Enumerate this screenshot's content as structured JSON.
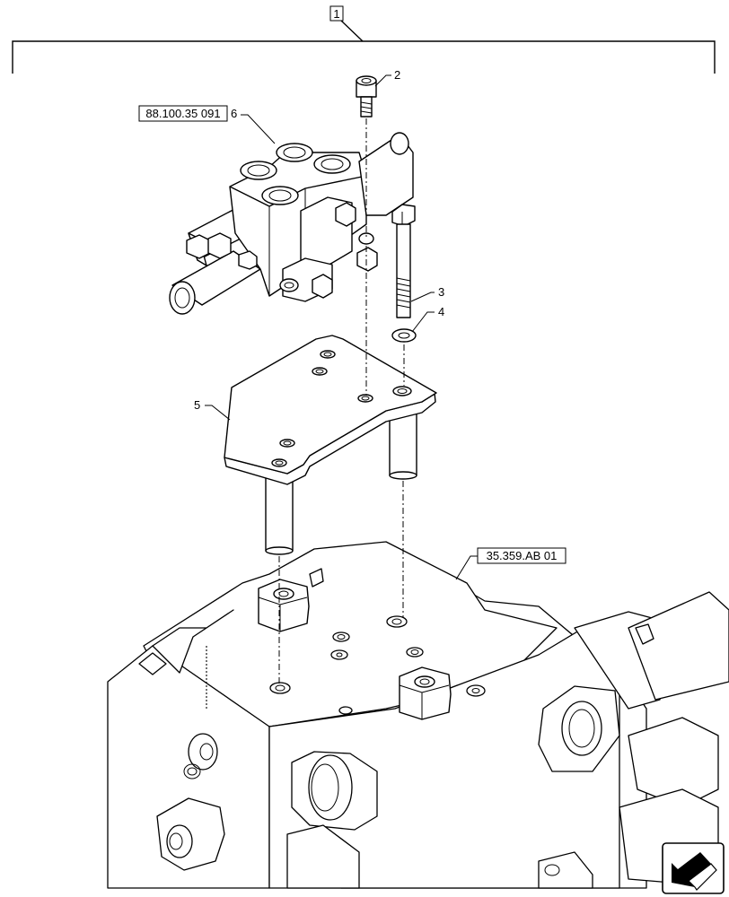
{
  "group_callout": "1",
  "callouts": {
    "c2": "2",
    "c3": "3",
    "c4": "4",
    "c5": "5",
    "c6": "6"
  },
  "references": {
    "valve_ref": "88.100.35 091",
    "housing_ref": "35.359.AB 01"
  },
  "icons": {
    "nav": "next-page-arrow-icon"
  }
}
